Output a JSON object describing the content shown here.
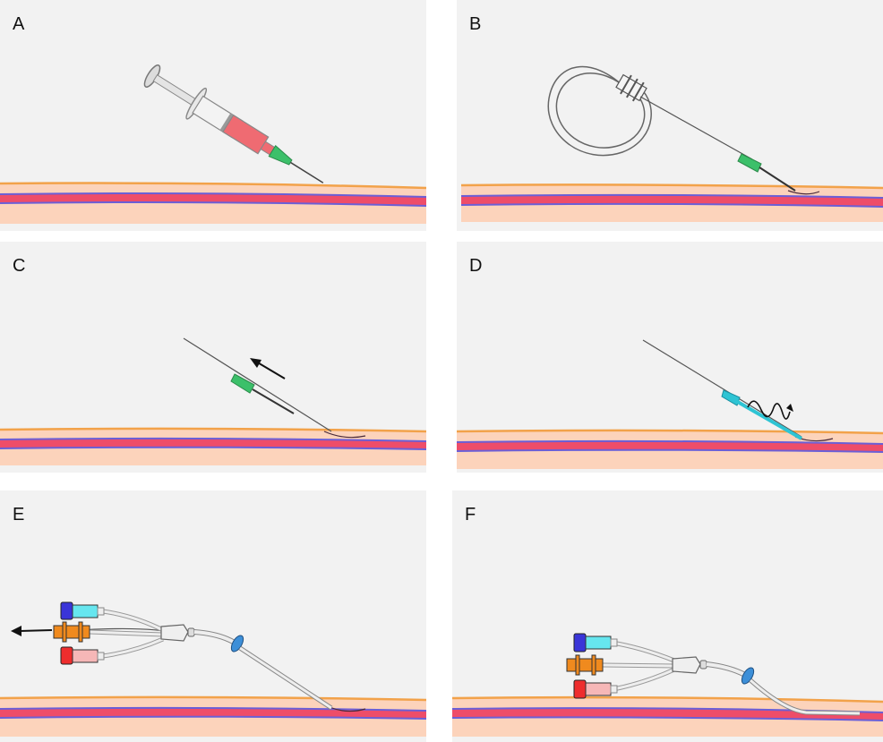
{
  "figure": {
    "panels": [
      {
        "id": "A",
        "label": "A"
      },
      {
        "id": "B",
        "label": "B"
      },
      {
        "id": "C",
        "label": "C"
      },
      {
        "id": "D",
        "label": "D"
      },
      {
        "id": "E",
        "label": "E"
      },
      {
        "id": "F",
        "label": "F"
      }
    ]
  },
  "colors": {
    "skin": "#fcd3bb",
    "skin_edge": "#f2a24a",
    "vessel_red": "#ee4d69",
    "vessel_blue": "#6b5fd6",
    "needle_hub": "#3cc06a",
    "syringe_blood": "#ef6b72",
    "dilator_hub": "#2ec4d4",
    "lumen_blue": "#3a35d8",
    "lumen_cyan": "#66e6ef",
    "lumen_orange": "#f08a1e",
    "lumen_red": "#ee2d2d",
    "lumen_pink": "#f6b7b7",
    "hub_ring": "#3d8fd8"
  }
}
